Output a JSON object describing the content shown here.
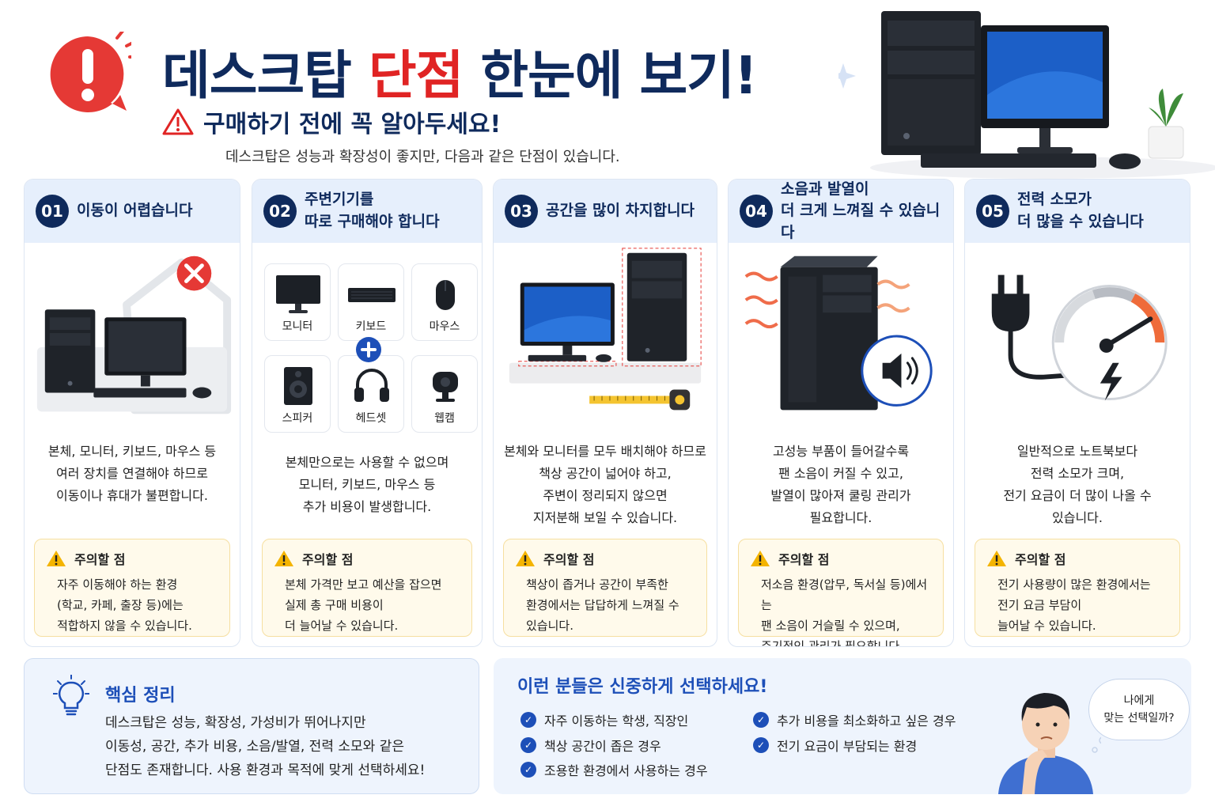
{
  "header": {
    "title_part1": "데스크탑",
    "title_highlight": "단점",
    "title_part2": "한눈에 보기!",
    "subtitle": "구매하기 전에 꼭 알아두세요!",
    "description": "데스크탑은 성능과 확장성이 좋지만, 다음과 같은 단점이 있습니다."
  },
  "cards": [
    {
      "number": "01",
      "title": "이동이 어렵습니다",
      "body": "본체, 모니터, 키보드, 마우스 등\n여러 장치를 연결해야 하므로\n이동이나 휴대가 불편합니다.",
      "caution_label": "주의할 점",
      "caution": "자주 이동해야 하는 환경\n(학교, 카페, 출장 등)에는\n적합하지 않을 수 있습니다."
    },
    {
      "number": "02",
      "title": "주변기기를\n따로 구매해야 합니다",
      "body": "본체만으로는 사용할 수 없으며\n모니터, 키보드, 마우스 등\n추가 비용이 발생합니다.",
      "caution_label": "주의할 점",
      "caution": "본체 가격만 보고 예산을 잡으면\n실제 총 구매 비용이\n더 늘어날 수 있습니다.",
      "peripherals": [
        "모니터",
        "키보드",
        "마우스",
        "스피커",
        "헤드셋",
        "웹캠"
      ]
    },
    {
      "number": "03",
      "title": "공간을 많이 차지합니다",
      "body": "본체와 모니터를 모두 배치해야 하므로\n책상 공간이 넓어야 하고,\n주변이 정리되지 않으면\n지저분해 보일 수 있습니다.",
      "caution_label": "주의할 점",
      "caution": "책상이 좁거나 공간이 부족한\n환경에서는 답답하게 느껴질 수\n있습니다."
    },
    {
      "number": "04",
      "title": "소음과 발열이\n더 크게 느껴질 수 있습니다",
      "body": "고성능 부품이 들어갈수록\n팬 소음이 커질 수 있고,\n발열이 많아져 쿨링 관리가\n필요합니다.",
      "caution_label": "주의할 점",
      "caution": "저소음 환경(압무, 독서실 등)에서는\n팬 소음이 거슬릴 수 있으며,\n주기적인 관리가 필요합니다."
    },
    {
      "number": "05",
      "title": "전력 소모가\n더 많을 수 있습니다",
      "body": "일반적으로 노트북보다\n전력 소모가 크며,\n전기 요금이 더 많이 나올 수\n있습니다.",
      "caution_label": "주의할 점",
      "caution": "전기 사용량이 많은 환경에서는\n전기 요금 부담이\n늘어날 수 있습니다."
    }
  ],
  "summary": {
    "title": "핵심 정리",
    "text": "데스크탑은 성능, 확장성, 가성비가 뛰어나지만\n이동성, 공간, 추가 비용, 소음/발열, 전력 소모와 같은\n단점도 존재합니다. 사용 환경과 목적에 맞게 선택하세요!"
  },
  "recommend": {
    "title": "이런 분들은 신중하게 선택하세요!",
    "items": [
      "자주 이동하는 학생, 직장인",
      "책상 공간이 좁은 경우",
      "조용한 환경에서 사용하는 경우",
      "추가 비용을 최소화하고 싶은 경우",
      "전기 요금이 부담되는 환경"
    ],
    "bubble": "나에게\n맞는 선택일까?"
  },
  "colors": {
    "navy": "#0f2a5c",
    "red": "#e02424",
    "blue": "#1d4fb8",
    "card_head": "#e6effc",
    "caution_bg": "#fffaeb"
  }
}
